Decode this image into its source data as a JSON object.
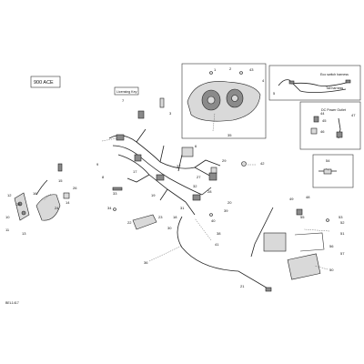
{
  "diagram": {
    "engine_label": "900 ACE",
    "drawing_code": "BEL1417",
    "notes": {
      "licensing_key": "Licensing Key",
      "eco_switch_harness": "Eco switch harness",
      "tail_harness": "Tail harness",
      "dc_power_outlet": "DC Power Outlet"
    },
    "callouts": {
      "c1": "1",
      "c2": "2",
      "c3": "3",
      "c4": "4",
      "c5": "5",
      "c6": "6",
      "c7": "7",
      "c8": "8",
      "c9": "9",
      "c10": "10",
      "c11": "11",
      "c12": "12",
      "c13": "13",
      "c14": "14",
      "c15": "15",
      "c16": "16",
      "c17": "17",
      "c18": "18",
      "c19": "19",
      "c20": "20",
      "c21": "21",
      "c22": "22",
      "c23": "23",
      "c24": "24",
      "c25": "25",
      "c26": "26",
      "c27": "27",
      "c28": "28",
      "c29": "29",
      "c30": "30",
      "c31": "31",
      "c32": "32",
      "c33": "33",
      "c34": "34",
      "c35": "35",
      "c36": "36",
      "c37": "37",
      "c38": "38",
      "c39": "39",
      "c40": "40",
      "c41": "41",
      "c42": "42",
      "c43": "43",
      "c44": "44",
      "c45": "45",
      "c46": "46",
      "c47": "47",
      "c48": "48",
      "c49": "49",
      "c50": "50",
      "c51": "51",
      "c52": "52",
      "c53": "53",
      "c54": "54",
      "c55": "55",
      "c56": "56",
      "c57": "57"
    }
  }
}
